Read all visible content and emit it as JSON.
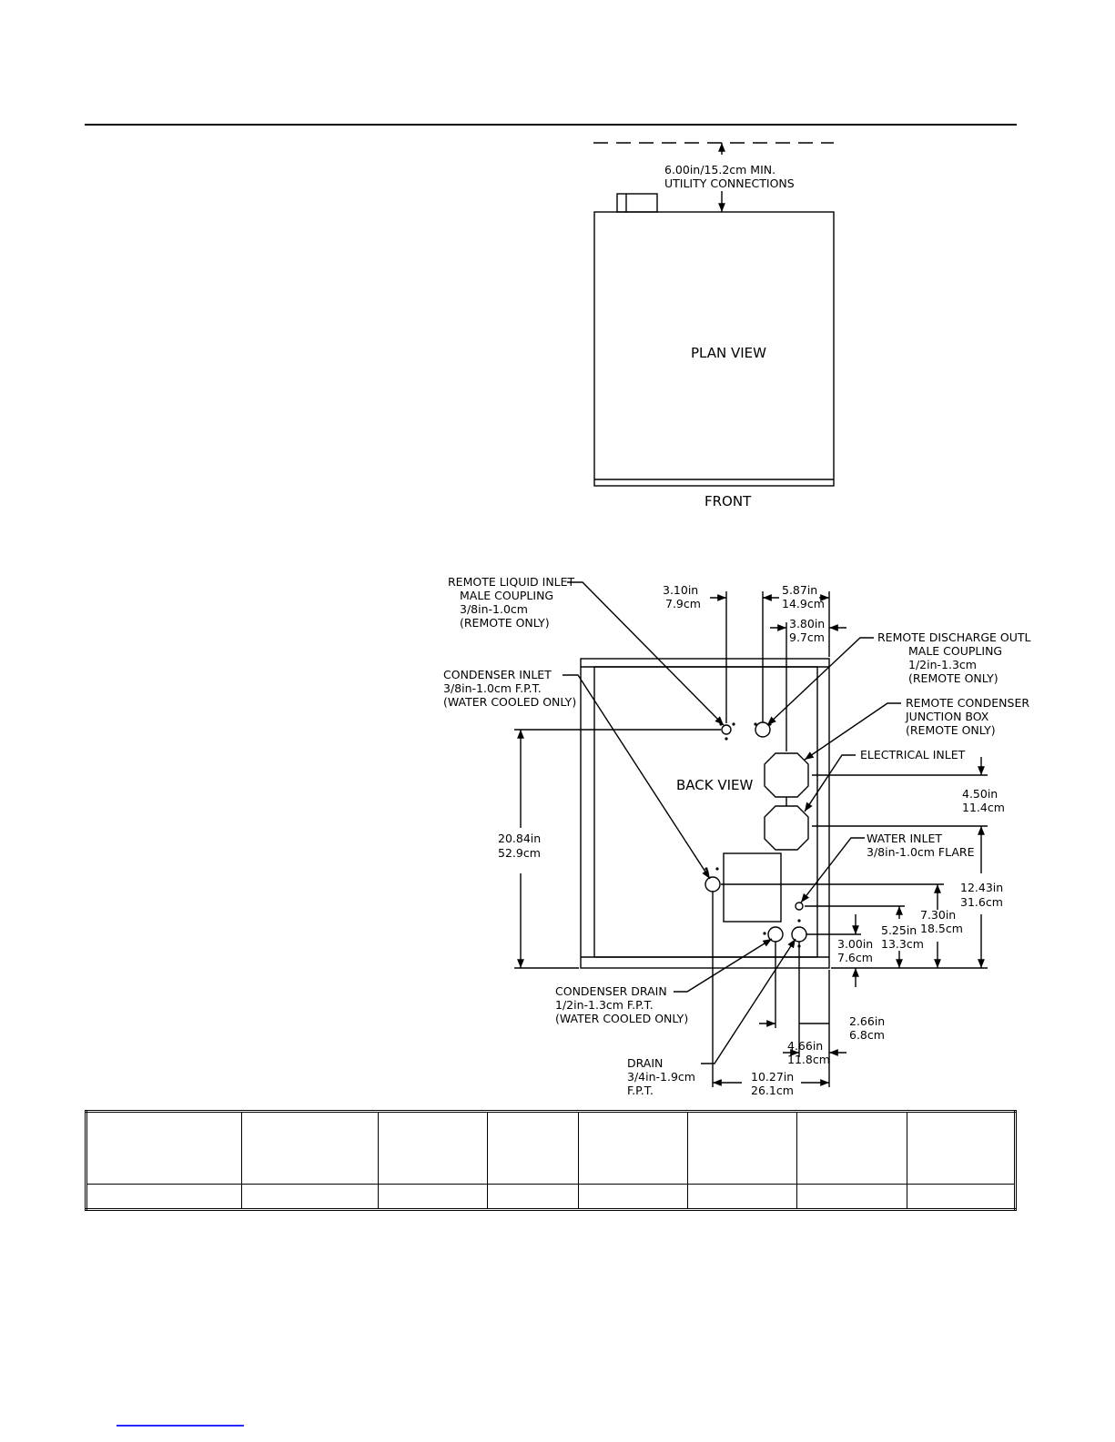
{
  "plan_view": {
    "clearance_line1": "6.00in/15.2cm MIN.",
    "clearance_line2": "UTILITY CONNECTIONS",
    "view_label": "PLAN VIEW",
    "front_label": "FRONT"
  },
  "back_view": {
    "view_label": "BACK VIEW",
    "callouts": {
      "remote_liquid_inlet": [
        "REMOTE LIQUID INLET",
        "MALE COUPLING",
        "3/8in-1.0cm",
        "(REMOTE ONLY)"
      ],
      "condenser_inlet": [
        "CONDENSER INLET",
        "3/8in-1.0cm F.P.T.",
        "(WATER COOLED ONLY)"
      ],
      "remote_discharge": [
        "REMOTE DISCHARGE OUTL",
        "MALE COUPLING",
        "1/2in-1.3cm",
        "(REMOTE ONLY)"
      ],
      "remote_condenser_jbox": [
        "REMOTE CONDENSER",
        "JUNCTION BOX",
        "(REMOTE ONLY)"
      ],
      "electrical_inlet": [
        "ELECTRICAL INLET"
      ],
      "water_inlet": [
        "WATER INLET",
        "3/8in-1.0cm FLARE"
      ],
      "condenser_drain": [
        "CONDENSER DRAIN",
        "1/2in-1.3cm F.P.T.",
        "(WATER COOLED ONLY)"
      ],
      "drain": [
        "DRAIN",
        "3/4in-1.9cm",
        "F.P.T."
      ]
    },
    "dimensions": {
      "d_3_10": [
        "3.10in",
        "7.9cm"
      ],
      "d_5_87": [
        "5.87in",
        "14.9cm"
      ],
      "d_3_80": [
        "3.80in",
        "9.7cm"
      ],
      "d_20_84": [
        "20.84in",
        "52.9cm"
      ],
      "d_4_50": [
        "4.50in",
        "11.4cm"
      ],
      "d_12_43": [
        "12.43in",
        "31.6cm"
      ],
      "d_7_30": [
        "7.30in",
        "18.5cm"
      ],
      "d_5_25": [
        "5.25in",
        "13.3cm"
      ],
      "d_3_00": [
        "3.00in",
        "7.6cm"
      ],
      "d_2_66": [
        "2.66in",
        "6.8cm"
      ],
      "d_4_66": [
        "4.66in",
        "11.8cm"
      ],
      "d_10_27": [
        "10.27in",
        "26.1cm"
      ]
    }
  },
  "spec_table": {
    "columns": 8,
    "header_cells": [
      "",
      "",
      "",
      "",
      "",
      "",
      "",
      ""
    ],
    "value_cells": [
      "",
      "",
      "",
      "",
      "",
      "",
      "",
      ""
    ]
  }
}
